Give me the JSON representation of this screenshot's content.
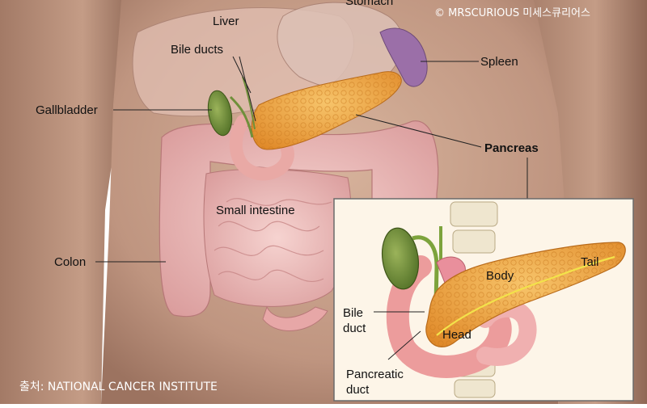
{
  "labels": {
    "stomach": "Stomach",
    "liver": "Liver",
    "bile_ducts": "Bile ducts",
    "spleen": "Spleen",
    "gallbladder": "Gallbladder",
    "pancreas": "Pancreas",
    "small_intestine": "Small intestine",
    "colon": "Colon"
  },
  "inset": {
    "tail": "Tail",
    "body": "Body",
    "bile_duct": "Bile\nduct",
    "head": "Head",
    "pancreatic_duct": "Pancreatic\nduct"
  },
  "watermark": "© MRSCURIOUS 미세스큐리어스",
  "source": "출처: NATIONAL CANCER INSTITUTE",
  "colors": {
    "skin": "#c9a18a",
    "pancreas": "#f0a94a",
    "intestine": "#f2bdbd",
    "gallbladder": "#6f8f3a",
    "spleen": "#9b6fa8",
    "inset_bg": "#fdf5e8",
    "inset_border": "#6b6b6b"
  }
}
